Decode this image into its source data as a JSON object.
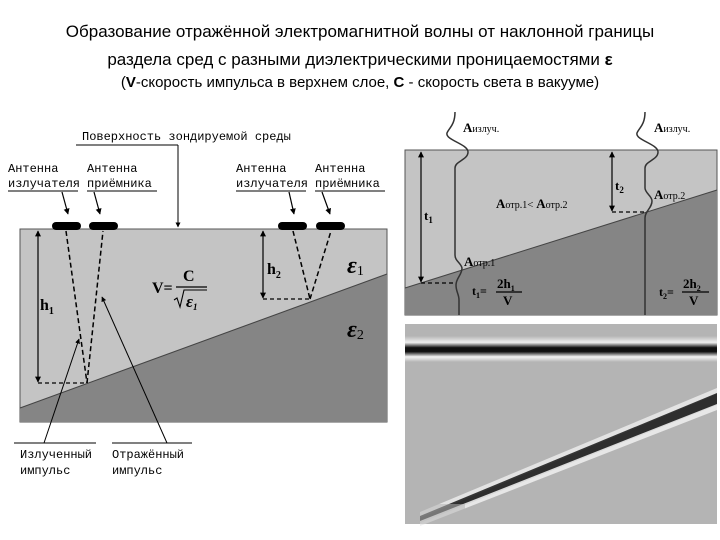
{
  "title": {
    "line1": "Образование отражённой электромагнитной волны от наклонной границы",
    "line2_text": "раздела сред с разными диэлектрическими проницаемостями ",
    "line2_symbol": "ε",
    "line3_open": "(",
    "line3_v": "V",
    "line3_mid": "-скорость  импульса в верхнем слое, ",
    "line3_c": "С",
    "line3_end": " - скорость света в вакууме)"
  },
  "left_diagram": {
    "surface_label": "Поверхность зондируемой среды",
    "antenna_tx_line1": "Антенна",
    "antenna_tx_line2": "излучателя",
    "antenna_rx_line1": "Антенна",
    "antenna_rx_line2": "приёмника",
    "h1": "h",
    "h1_sub": "1",
    "h2": "h",
    "h2_sub": "2",
    "formula_v": "V=",
    "formula_c": "C",
    "formula_eps": "ε",
    "formula_eps_sub": "1",
    "eps1": "ε",
    "eps1_sub": "1",
    "eps2": "ε",
    "eps2_sub": "2",
    "emitted_line1": "Излученный",
    "emitted_line2": "импульс",
    "reflected_line1": "Отражённый",
    "reflected_line2": "импульс"
  },
  "right_diagram": {
    "a_emit_1": "A",
    "a_emit_1_sub": "излуч.",
    "a_emit_2": "A",
    "a_emit_2_sub": "излуч.",
    "a_refl_1": "A",
    "a_refl_1_sub": "отр.1",
    "a_refl_2": "A",
    "a_refl_2_sub": "отр.2",
    "compare_a": "A",
    "compare_sub1": "отр.1",
    "compare_op": "< ",
    "compare_b": "A",
    "compare_sub2": "отр.2",
    "t1": "t",
    "t1_sub": "1",
    "t2": "t",
    "t2_sub": "2",
    "formula1_lhs": "t",
    "formula1_lhs_sub": "1",
    "formula1_num": "2h",
    "formula1_num_sub": "1",
    "formula1_den": "V",
    "formula2_lhs": "t",
    "formula2_lhs_sub": "2",
    "formula2_num": "2h",
    "formula2_num_sub": "2",
    "formula2_den": "V",
    "eq": "="
  },
  "colors": {
    "upper_layer": "#c4c4c4",
    "lower_layer": "#858585",
    "radargram_bg": "#b4b4b4"
  }
}
